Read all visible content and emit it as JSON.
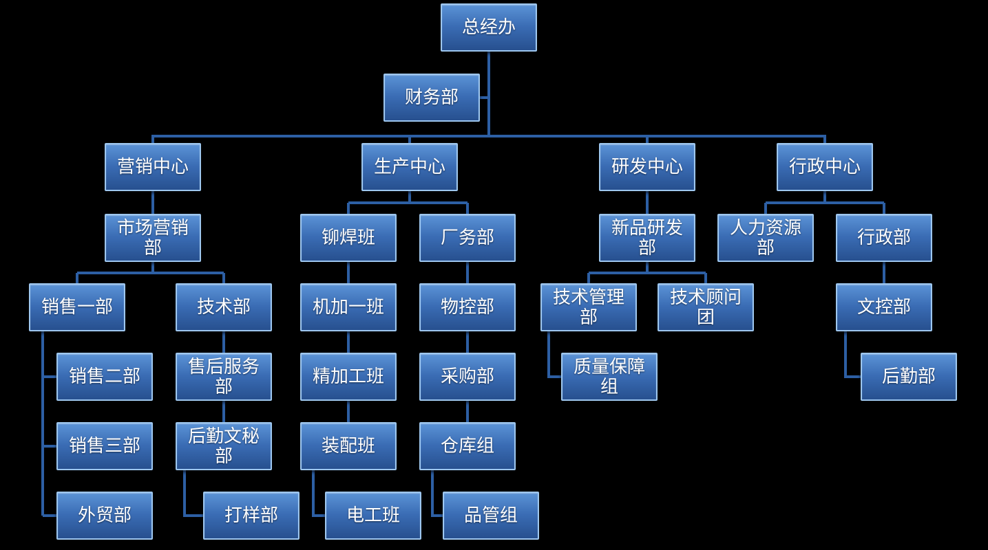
{
  "diagram": {
    "type": "org-chart",
    "language": "zh-CN",
    "background": "#000000"
  },
  "colors": {
    "node_fill_top": "#5b93d6",
    "node_fill_bottom": "#27508f",
    "node_border": "#9ec7ef",
    "connector_line": "#2d5fa4",
    "text": "#ffffff"
  },
  "nodes": [
    {
      "id": "zong-jing-ban",
      "label": "总经办"
    },
    {
      "id": "cai-wu-bu",
      "label": "财务部"
    },
    {
      "id": "ying-xiao-zhong-xin",
      "label": "营销中心"
    },
    {
      "id": "sheng-chan-zhong-xin",
      "label": "生产中心"
    },
    {
      "id": "yan-fa-zhong-xin",
      "label": "研发中心"
    },
    {
      "id": "xing-zheng-zhong-xin",
      "label": "行政中心"
    },
    {
      "id": "shi-chang-ying-xiao-bu",
      "label": "市场营销\n部"
    },
    {
      "id": "mao-han-ban",
      "label": "铆焊班"
    },
    {
      "id": "chang-wu-bu",
      "label": "厂务部"
    },
    {
      "id": "xin-pin-yan-fa-bu",
      "label": "新品研发\n部"
    },
    {
      "id": "ren-li-zi-yuan-bu",
      "label": "人力资源\n部"
    },
    {
      "id": "xing-zheng-bu",
      "label": "行政部"
    },
    {
      "id": "xiao-shou-yi-bu",
      "label": "销售一部"
    },
    {
      "id": "ji-shu-bu",
      "label": "技术部"
    },
    {
      "id": "ji-jia-yi-ban",
      "label": "机加一班"
    },
    {
      "id": "wu-kong-bu",
      "label": "物控部"
    },
    {
      "id": "ji-shu-guan-li-bu",
      "label": "技术管理\n部"
    },
    {
      "id": "ji-shu-gu-wen-tuan",
      "label": "技术顾问\n团"
    },
    {
      "id": "wen-kong-bu",
      "label": "文控部"
    },
    {
      "id": "xiao-shou-er-bu",
      "label": "销售二部"
    },
    {
      "id": "shou-hou-fu-wu-bu",
      "label": "售后服务\n部"
    },
    {
      "id": "jing-jia-gong-ban",
      "label": "精加工班"
    },
    {
      "id": "cai-gou-bu",
      "label": "采购部"
    },
    {
      "id": "zhi-liang-bao-zhang-zu",
      "label": "质量保障\n组"
    },
    {
      "id": "hou-qin-bu",
      "label": "后勤部"
    },
    {
      "id": "xiao-shou-san-bu",
      "label": "销售三部"
    },
    {
      "id": "hou-qin-wen-mi-bu",
      "label": "后勤文秘\n部"
    },
    {
      "id": "zhuang-pei-ban",
      "label": "装配班"
    },
    {
      "id": "cang-ku-zu",
      "label": "仓库组"
    },
    {
      "id": "wai-mao-bu",
      "label": "外贸部"
    },
    {
      "id": "da-yang-bu",
      "label": "打样部"
    },
    {
      "id": "dian-gong-ban",
      "label": "电工班"
    },
    {
      "id": "pin-guan-zu",
      "label": "品管组"
    }
  ],
  "edges": [
    {
      "parent": "总经办",
      "child": "财务部"
    },
    {
      "parent": "总经办",
      "child": "营销中心"
    },
    {
      "parent": "总经办",
      "child": "生产中心"
    },
    {
      "parent": "总经办",
      "child": "研发中心"
    },
    {
      "parent": "总经办",
      "child": "行政中心"
    },
    {
      "parent": "营销中心",
      "child": "市场营销部"
    },
    {
      "parent": "市场营销部",
      "child": "销售一部"
    },
    {
      "parent": "市场营销部",
      "child": "技术部"
    },
    {
      "parent": "销售一部",
      "child": "销售二部"
    },
    {
      "parent": "销售一部",
      "child": "销售三部"
    },
    {
      "parent": "销售一部",
      "child": "外贸部"
    },
    {
      "parent": "技术部",
      "child": "售后服务部"
    },
    {
      "parent": "售后服务部",
      "child": "后勤文秘部"
    },
    {
      "parent": "后勤文秘部",
      "child": "打样部"
    },
    {
      "parent": "生产中心",
      "child": "铆焊班"
    },
    {
      "parent": "生产中心",
      "child": "厂务部"
    },
    {
      "parent": "铆焊班",
      "child": "机加一班"
    },
    {
      "parent": "机加一班",
      "child": "精加工班"
    },
    {
      "parent": "精加工班",
      "child": "装配班"
    },
    {
      "parent": "装配班",
      "child": "电工班"
    },
    {
      "parent": "厂务部",
      "child": "物控部"
    },
    {
      "parent": "物控部",
      "child": "采购部"
    },
    {
      "parent": "采购部",
      "child": "仓库组"
    },
    {
      "parent": "仓库组",
      "child": "品管组"
    },
    {
      "parent": "研发中心",
      "child": "新品研发部"
    },
    {
      "parent": "新品研发部",
      "child": "技术管理部"
    },
    {
      "parent": "新品研发部",
      "child": "技术顾问团"
    },
    {
      "parent": "技术管理部",
      "child": "质量保障组"
    },
    {
      "parent": "行政中心",
      "child": "人力资源部"
    },
    {
      "parent": "行政中心",
      "child": "行政部"
    },
    {
      "parent": "行政部",
      "child": "文控部"
    },
    {
      "parent": "文控部",
      "child": "后勤部"
    }
  ]
}
